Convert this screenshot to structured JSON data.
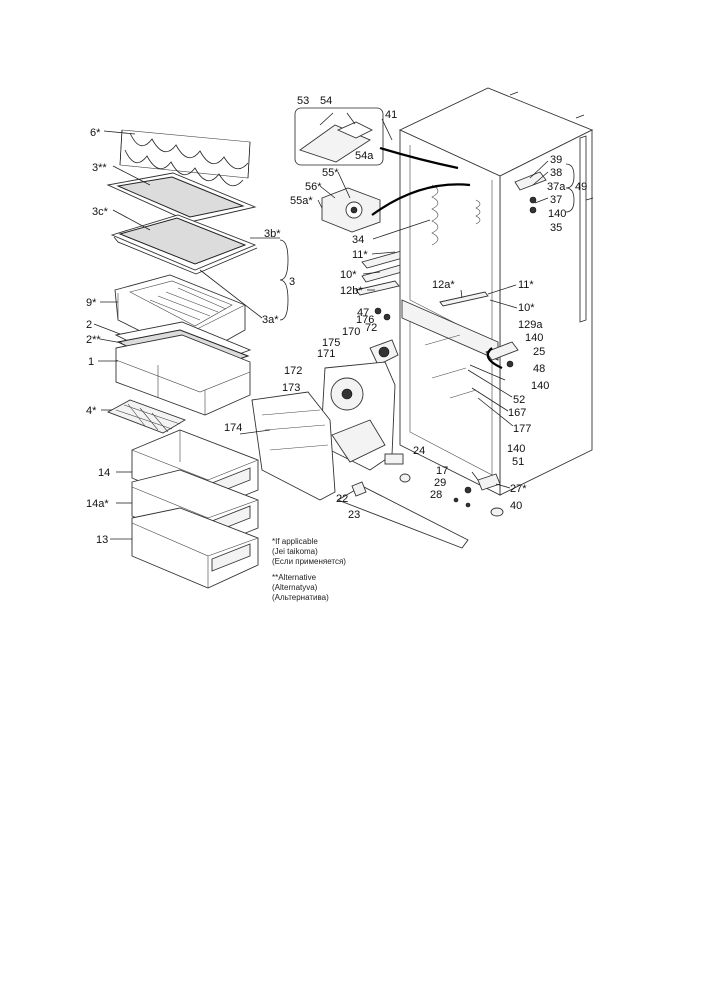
{
  "callouts": [
    {
      "id": "c6",
      "text": "6*"
    },
    {
      "id": "c3ss",
      "text": "3**"
    },
    {
      "id": "c3c",
      "text": "3c*"
    },
    {
      "id": "c3b",
      "text": "3b*"
    },
    {
      "id": "c3",
      "text": "3"
    },
    {
      "id": "c3a",
      "text": "3a*"
    },
    {
      "id": "c9",
      "text": "9*"
    },
    {
      "id": "c2",
      "text": "2"
    },
    {
      "id": "c2ss",
      "text": "2**"
    },
    {
      "id": "c1",
      "text": "1"
    },
    {
      "id": "c4",
      "text": "4*"
    },
    {
      "id": "c14",
      "text": "14"
    },
    {
      "id": "c14a",
      "text": "14a*"
    },
    {
      "id": "c13",
      "text": "13"
    },
    {
      "id": "c53",
      "text": "53"
    },
    {
      "id": "c54",
      "text": "54"
    },
    {
      "id": "c54a",
      "text": "54a"
    },
    {
      "id": "c41",
      "text": "41"
    },
    {
      "id": "c55",
      "text": "55*"
    },
    {
      "id": "c56",
      "text": "56*"
    },
    {
      "id": "c55a",
      "text": "55a*"
    },
    {
      "id": "c34",
      "text": "34"
    },
    {
      "id": "c11l",
      "text": "11*"
    },
    {
      "id": "c10l",
      "text": "10*"
    },
    {
      "id": "c12b",
      "text": "12b*"
    },
    {
      "id": "c47",
      "text": "47"
    },
    {
      "id": "c72",
      "text": "72"
    },
    {
      "id": "c176",
      "text": "176"
    },
    {
      "id": "c170",
      "text": "170"
    },
    {
      "id": "c175",
      "text": "175"
    },
    {
      "id": "c171",
      "text": "171"
    },
    {
      "id": "c172",
      "text": "172"
    },
    {
      "id": "c173",
      "text": "173"
    },
    {
      "id": "c174",
      "text": "174"
    },
    {
      "id": "c39",
      "text": "39"
    },
    {
      "id": "c38",
      "text": "38"
    },
    {
      "id": "c37a",
      "text": "37a"
    },
    {
      "id": "c49",
      "text": "49"
    },
    {
      "id": "c37",
      "text": "37"
    },
    {
      "id": "c140a",
      "text": "140"
    },
    {
      "id": "c35",
      "text": "35"
    },
    {
      "id": "c12a",
      "text": "12a*"
    },
    {
      "id": "c11r",
      "text": "11*"
    },
    {
      "id": "c10r",
      "text": "10*"
    },
    {
      "id": "c129a",
      "text": "129a"
    },
    {
      "id": "c140b",
      "text": "140"
    },
    {
      "id": "c25",
      "text": "25"
    },
    {
      "id": "c140c",
      "text": "140"
    },
    {
      "id": "c48",
      "text": "48"
    },
    {
      "id": "c52",
      "text": "52"
    },
    {
      "id": "c167",
      "text": "167"
    },
    {
      "id": "c177",
      "text": "177"
    },
    {
      "id": "c140d",
      "text": "140"
    },
    {
      "id": "c24",
      "text": "24"
    },
    {
      "id": "c51",
      "text": "51"
    },
    {
      "id": "c17",
      "text": "17"
    },
    {
      "id": "c29",
      "text": "29"
    },
    {
      "id": "c28",
      "text": "28"
    },
    {
      "id": "c27",
      "text": "27*"
    },
    {
      "id": "c22",
      "text": "22"
    },
    {
      "id": "c23",
      "text": "23"
    },
    {
      "id": "c40",
      "text": "40"
    }
  ],
  "notes": {
    "if_applicable": [
      "*If applicable",
      "(Jei taikoma)",
      "(Если применяется)"
    ],
    "alternative": [
      "**Alternative",
      "(Alternatyva)",
      "(Альтернатива)"
    ]
  }
}
